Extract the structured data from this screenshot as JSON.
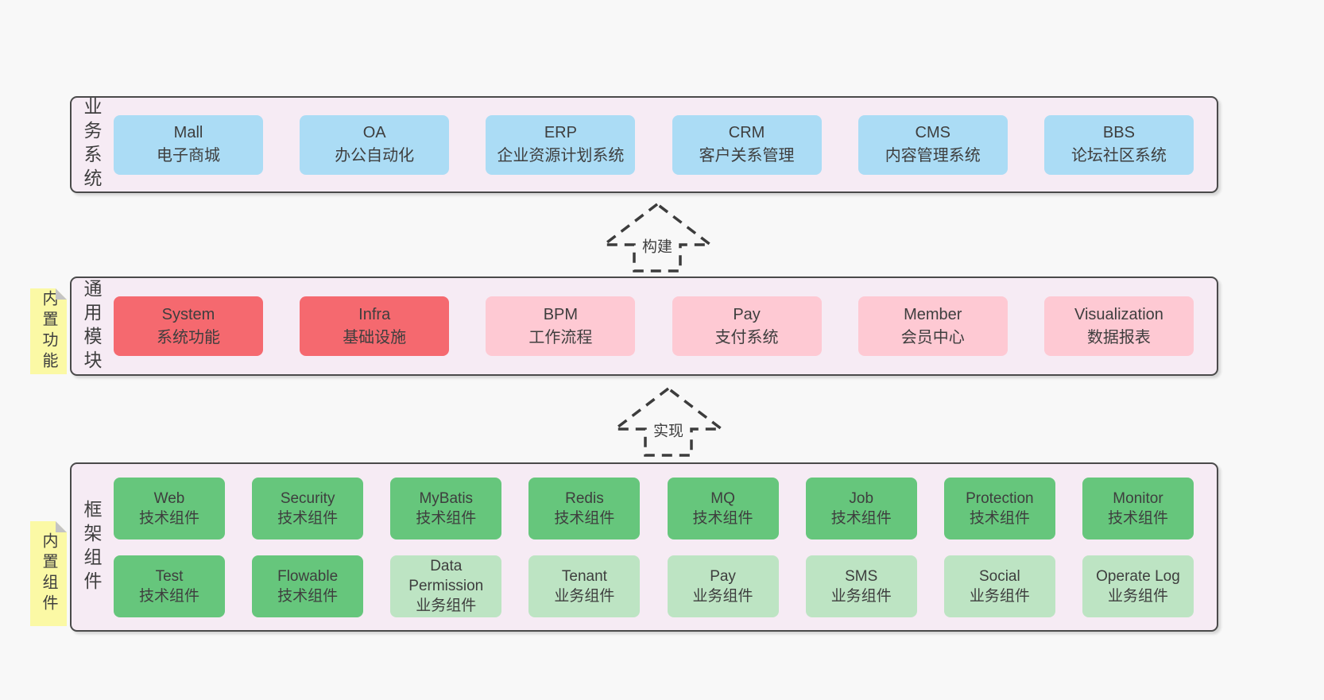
{
  "colors": {
    "page_background": "#f8f8f8",
    "band_background": "#f6ebf4",
    "band_border": "#4a4a4a",
    "text": "#3e3e3e",
    "box_blue": "#abdcf5",
    "box_red": "#f5696f",
    "box_pink": "#fec9d3",
    "box_green": "#66c67c",
    "box_light_green": "#bde4c3",
    "note_yellow": "#fbf9a5",
    "note_fold_gray": "#c4c4c4",
    "arrow_dash": "#3c3c3c"
  },
  "bands": [
    {
      "label": "业务系统",
      "rows": [
        [
          {
            "name": "Mall",
            "desc": "电子商城",
            "variant": "blue"
          },
          {
            "name": "OA",
            "desc": "办公自动化",
            "variant": "blue"
          },
          {
            "name": "ERP",
            "desc": "企业资源计划系统",
            "variant": "blue"
          },
          {
            "name": "CRM",
            "desc": "客户关系管理",
            "variant": "blue"
          },
          {
            "name": "CMS",
            "desc": "内容管理系统",
            "variant": "blue"
          },
          {
            "name": "BBS",
            "desc": "论坛社区系统",
            "variant": "blue"
          }
        ]
      ]
    },
    {
      "label": "通用模块",
      "note": "内置功能",
      "rows": [
        [
          {
            "name": "System",
            "desc": "系统功能",
            "variant": "red"
          },
          {
            "name": "Infra",
            "desc": "基础设施",
            "variant": "red"
          },
          {
            "name": "BPM",
            "desc": "工作流程",
            "variant": "pink"
          },
          {
            "name": "Pay",
            "desc": "支付系统",
            "variant": "pink"
          },
          {
            "name": "Member",
            "desc": "会员中心",
            "variant": "pink"
          },
          {
            "name": "Visualization",
            "desc": "数据报表",
            "variant": "pink"
          }
        ]
      ]
    },
    {
      "label": "框架组件",
      "note": "内置组件",
      "rows": [
        [
          {
            "name": "Web",
            "desc": "技术组件",
            "variant": "green"
          },
          {
            "name": "Security",
            "desc": "技术组件",
            "variant": "green"
          },
          {
            "name": "MyBatis",
            "desc": "技术组件",
            "variant": "green"
          },
          {
            "name": "Redis",
            "desc": "技术组件",
            "variant": "green"
          },
          {
            "name": "MQ",
            "desc": "技术组件",
            "variant": "green"
          },
          {
            "name": "Job",
            "desc": "技术组件",
            "variant": "green"
          },
          {
            "name": "Protection",
            "desc": "技术组件",
            "variant": "green"
          },
          {
            "name": "Monitor",
            "desc": "技术组件",
            "variant": "green"
          }
        ],
        [
          {
            "name": "Test",
            "desc": "技术组件",
            "variant": "green"
          },
          {
            "name": "Flowable",
            "desc": "技术组件",
            "variant": "green"
          },
          {
            "name": "Data Permission",
            "desc": "业务组件",
            "variant": "light-green"
          },
          {
            "name": "Tenant",
            "desc": "业务组件",
            "variant": "light-green"
          },
          {
            "name": "Pay",
            "desc": "业务组件",
            "variant": "light-green"
          },
          {
            "name": "SMS",
            "desc": "业务组件",
            "variant": "light-green"
          },
          {
            "name": "Social",
            "desc": "业务组件",
            "variant": "light-green"
          },
          {
            "name": "Operate Log",
            "desc": "业务组件",
            "variant": "light-green"
          }
        ]
      ]
    }
  ],
  "arrows": [
    {
      "label": "构建"
    },
    {
      "label": "实现"
    }
  ]
}
